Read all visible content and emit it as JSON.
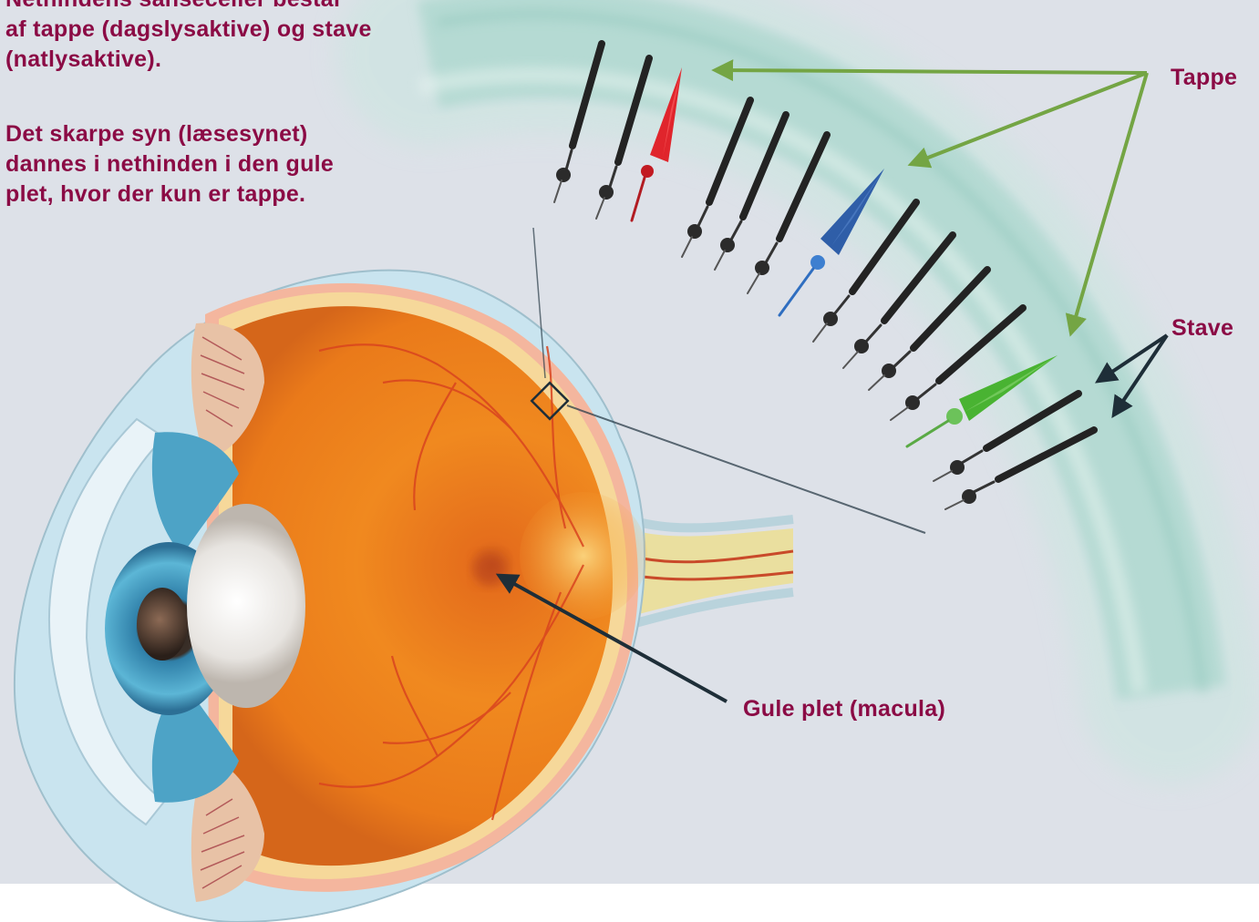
{
  "intro": {
    "lines": [
      "Nethindens sanseceller består",
      "af tappe (dagslysaktive) og stave",
      "(natlysaktive)."
    ]
  },
  "sharp_vision": {
    "lines": [
      "Det skarpe syn (læsesynet)",
      "dannes i nethinden i den gule",
      "plet, hvor der kun er tappe."
    ]
  },
  "labels": {
    "tappe": "Tappe",
    "stave": "Stave",
    "macula": "Gule plet (macula)"
  },
  "colors": {
    "text": "#8b0b45",
    "background": "#dde1e8",
    "arrow_tappe": "#74a544",
    "arrow_dark": "#1e2e38",
    "cone_red": "#e0252c",
    "cone_blue": "#2f5ea8",
    "cone_green": "#49b332",
    "rod": "#2b2b2b",
    "retina_band": "#9fd3c6",
    "iris": "#4da3c6",
    "fundus": "#f08a1c"
  }
}
